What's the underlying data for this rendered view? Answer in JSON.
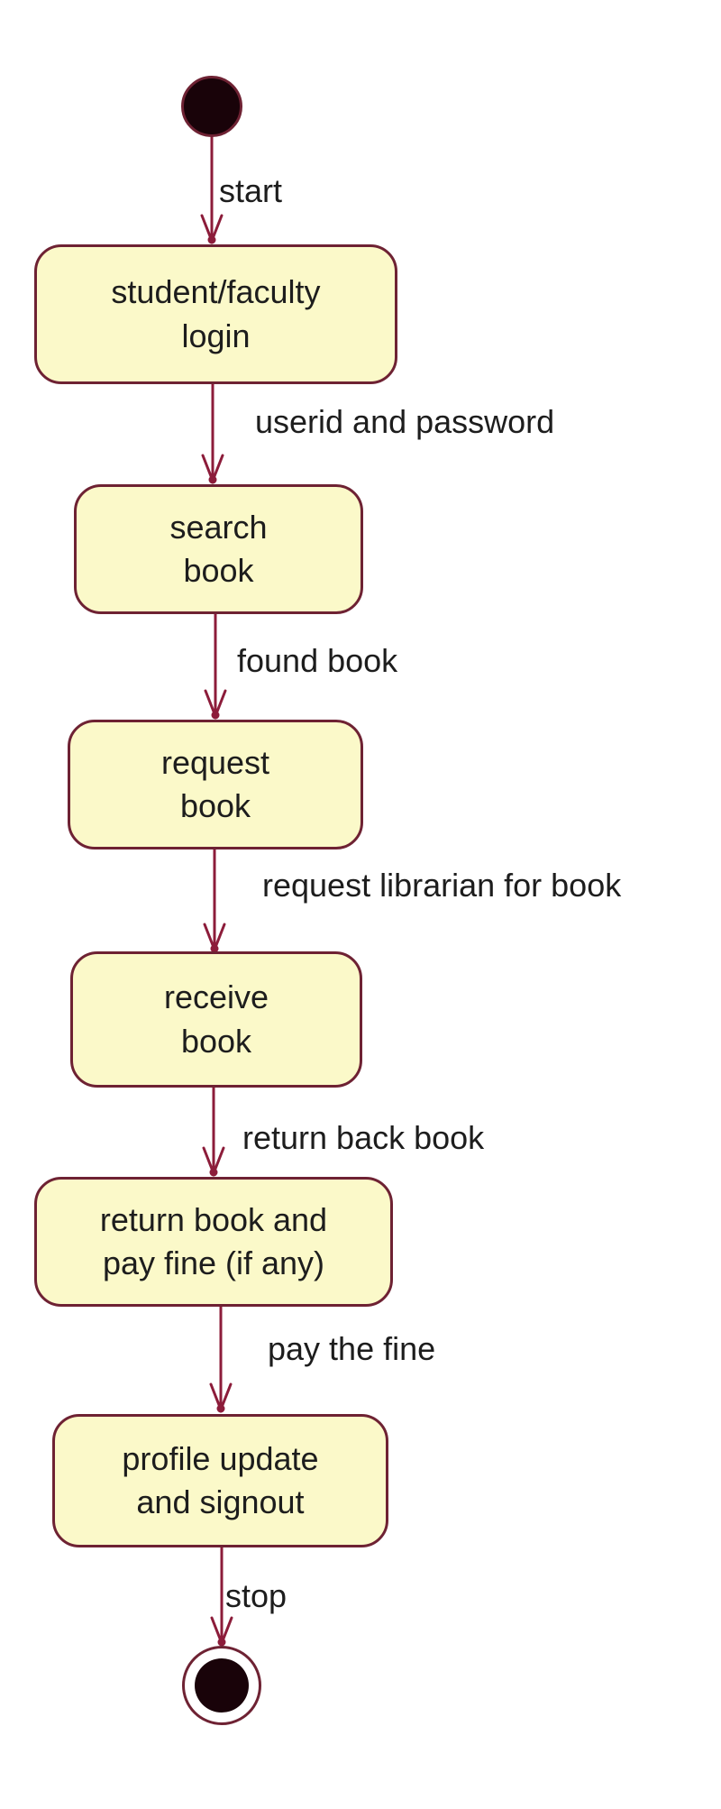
{
  "diagram_type": "uml-activity-diagram",
  "colors": {
    "background": "#ffffff",
    "node_fill": "#fbf9c9",
    "node_border": "#6e2233",
    "edge": "#8c1c3a",
    "text": "#1d1d1d",
    "terminal_fill": "#190309"
  },
  "start_node": {
    "name": "start",
    "shape": "filled-circle"
  },
  "end_node": {
    "name": "stop",
    "shape": "ringed-circle"
  },
  "nodes": [
    {
      "id": "login",
      "label": "student/faculty\nlogin"
    },
    {
      "id": "search",
      "label": "search\nbook"
    },
    {
      "id": "request",
      "label": "request\nbook"
    },
    {
      "id": "receive",
      "label": "receive\nbook"
    },
    {
      "id": "return",
      "label": "return book and\npay fine (if any)"
    },
    {
      "id": "profile",
      "label": "profile update\nand signout"
    }
  ],
  "edges": [
    {
      "from": "start",
      "to": "login",
      "label": "start"
    },
    {
      "from": "login",
      "to": "search",
      "label": "userid and password"
    },
    {
      "from": "search",
      "to": "request",
      "label": "found book"
    },
    {
      "from": "request",
      "to": "receive",
      "label": "request librarian for book"
    },
    {
      "from": "receive",
      "to": "return",
      "label": "return back book"
    },
    {
      "from": "return",
      "to": "profile",
      "label": "pay the fine"
    },
    {
      "from": "profile",
      "to": "stop",
      "label": "stop"
    }
  ]
}
